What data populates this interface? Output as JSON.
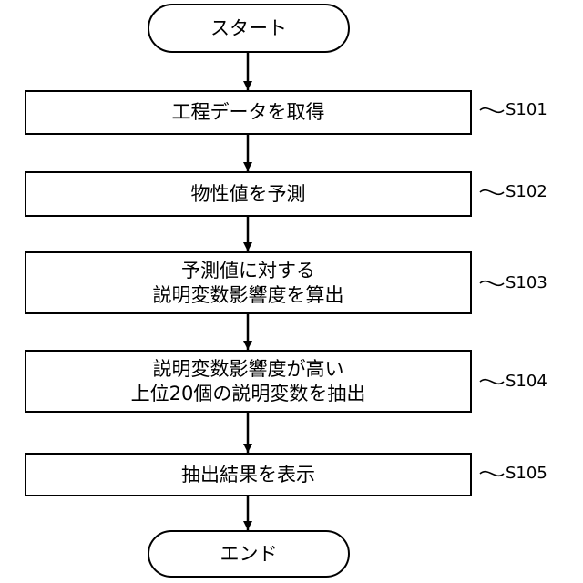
{
  "start": "スタート",
  "end": "エンド",
  "steps": [
    {
      "id": "S101",
      "lines": [
        "工程データを取得"
      ]
    },
    {
      "id": "S102",
      "lines": [
        "物性値を予測"
      ]
    },
    {
      "id": "S103",
      "lines": [
        "予測値に対する",
        "説明変数影響度を算出"
      ]
    },
    {
      "id": "S104",
      "lines": [
        "説明変数影響度が高い",
        "上位20個の説明変数を抽出"
      ]
    },
    {
      "id": "S105",
      "lines": [
        "抽出結果を表示"
      ]
    }
  ]
}
